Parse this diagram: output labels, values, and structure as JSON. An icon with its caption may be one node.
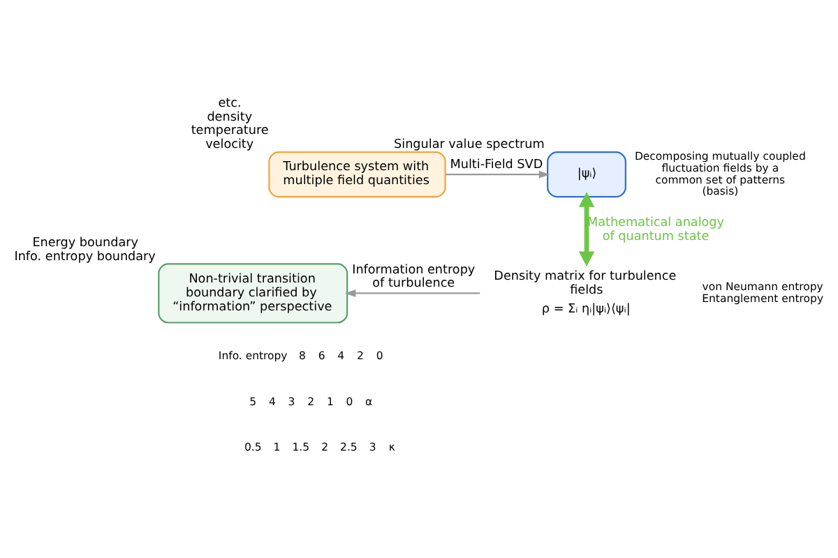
{
  "diagram": {
    "nodes": [
      {
        "text": [
          "Turbulence system with multiple field quantities"
        ],
        "beside": [
          "etc.",
          "density",
          "temperature",
          "velocity"
        ]
      },
      {
        "text": [
          "|ψᵢ⟩"
        ],
        "beside": [
          "Singular value spectrum"
        ]
      },
      {
        "text": [
          "Density matrix for turbulence fields",
          "ρ = Σᵢ ηᵢ|ψᵢ⟩⟨ψᵢ|"
        ]
      },
      {
        "text": [
          "Non-trivial transition boundary clarified by “information” perspective"
        ],
        "beside": [
          "Energy boundary",
          "Info. entropy boundary"
        ]
      }
    ],
    "edges": [
      {
        "from": 0,
        "to": 1,
        "arrow": "to",
        "label": "Multi-Field SVD"
      },
      {
        "from": 1,
        "to": 2,
        "arrow": "both",
        "label": "Mathematical analogy of quantum state",
        "style": "thick",
        "color": "#6cc644"
      },
      {
        "from": 2,
        "to": 3,
        "arrow": "to",
        "label": "Information entropy of turbulence"
      }
    ],
    "labels": [
      "Decomposing mutually coupled fluctuation fields by a common set of patterns (basis)",
      "von Neumann entropy Entanglement entropy",
      "Info. entropy",
      "8",
      "6",
      "4",
      "2",
      "0",
      "5",
      "4",
      "3",
      "2",
      "1",
      "0",
      "α",
      "0.5",
      "1",
      "1.5",
      "2",
      "2.5",
      "3",
      "κ"
    ]
  }
}
